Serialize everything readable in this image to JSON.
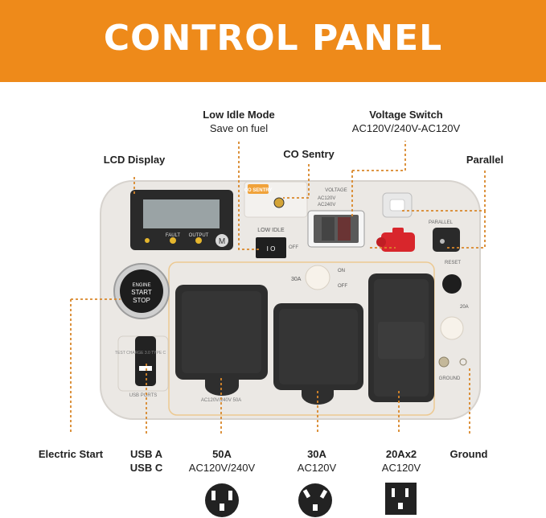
{
  "banner": {
    "title": "CONTROL PANEL",
    "color": "#ee8a1a"
  },
  "callouts": {
    "low_idle": {
      "title": "Low Idle Mode",
      "desc": "Save on fuel"
    },
    "voltage_switch": {
      "title": "Voltage Switch",
      "desc": "AC120V/240V-AC120V"
    },
    "lcd_display": {
      "title": "LCD Display"
    },
    "co_sentry": {
      "title": "CO Sentry"
    },
    "parallel": {
      "title": "Parallel"
    },
    "electric_start": {
      "title": "Electric Start"
    },
    "usb": {
      "line1": "USB A",
      "line2": "USB C"
    },
    "outlet_50a": {
      "title": "50A",
      "desc": "AC120V/240V"
    },
    "outlet_30a": {
      "title": "30A",
      "desc": "AC120V"
    },
    "outlet_20a": {
      "title": "20Ax2",
      "desc": "AC120V"
    },
    "ground": {
      "title": "Ground"
    }
  },
  "panel": {
    "lcd_indicators": [
      "FAULT",
      "OUTPUT"
    ],
    "lcd_mode_button": "M",
    "co_sentry_badge": "CO SENTRY",
    "low_idle_label": "LOW IDLE",
    "low_idle_off": "OFF",
    "voltage_label": "VOLTAGE",
    "voltage_opt1": "AC120V",
    "voltage_opt2": "AC240V",
    "parallel_label": "PARALLEL",
    "reset_label": "RESET",
    "start_button": [
      "ENGINE",
      "START",
      "STOP"
    ],
    "usb_label": "USB PORTS",
    "test_label": "TEST CHARGE 3.0 TYPE C",
    "breaker_30a": "30A",
    "breaker_on": "ON",
    "breaker_off": "OFF",
    "outlet_50a_label": "AC120V/240V 50A",
    "ground_label": "GROUND",
    "breaker_20a": "20A"
  },
  "colors": {
    "leader": "#d9872a",
    "panel_bg": "#e9e6e2",
    "cover": "#2b2b2b",
    "parallel_red": "#d8262c"
  }
}
